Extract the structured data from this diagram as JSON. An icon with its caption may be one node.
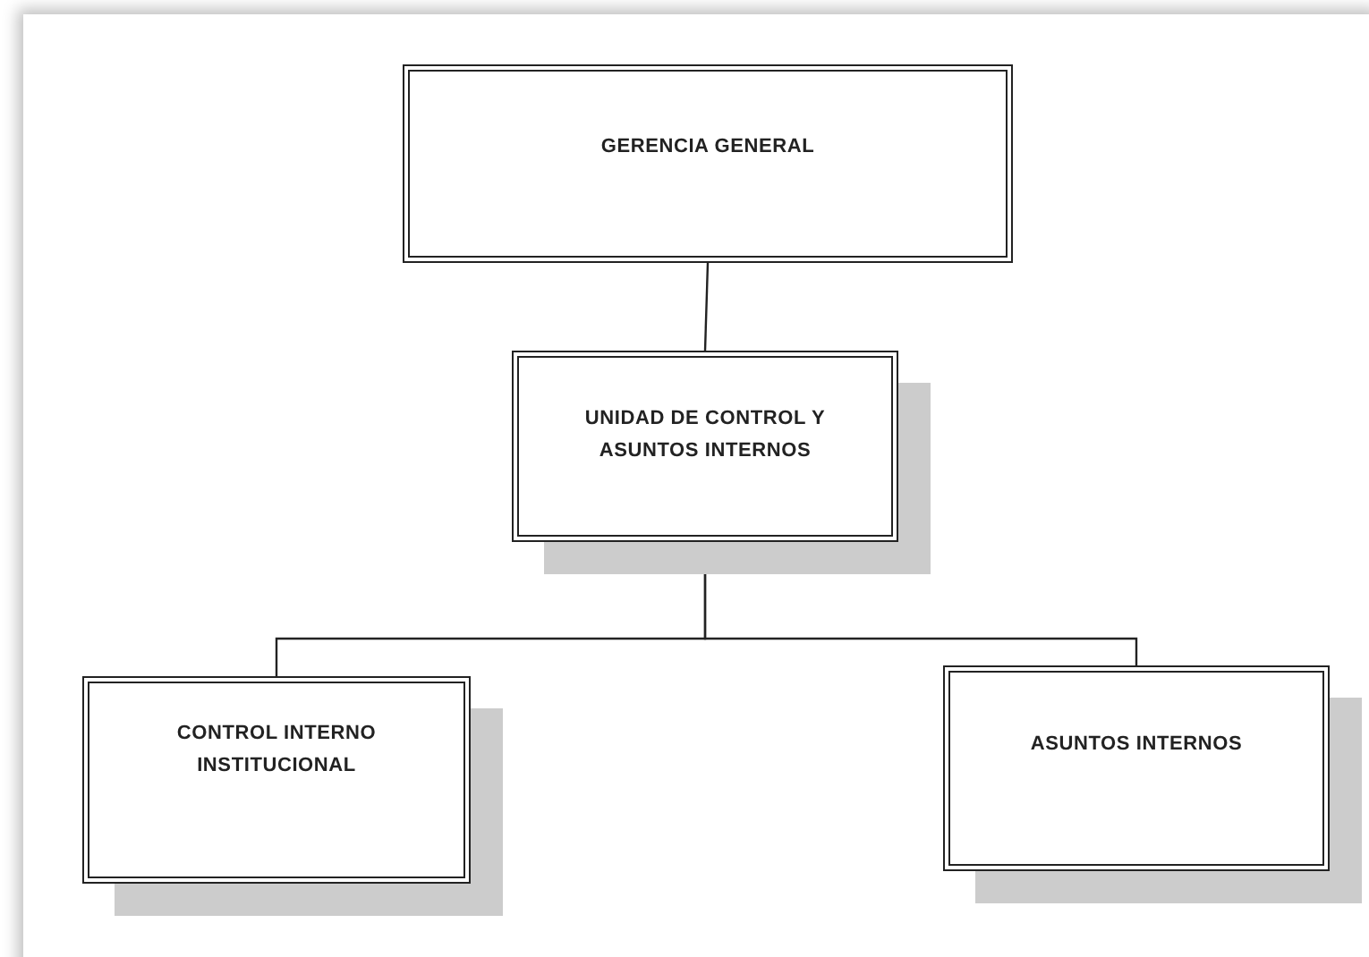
{
  "diagram": {
    "nodes": [
      {
        "text": [
          "GERENCIA GENERAL"
        ]
      },
      {
        "text": [
          "UNIDAD DE CONTROL Y ASUNTOS INTERNOS"
        ]
      },
      {
        "text": [
          "CONTROL INTERNO INSTITUCIONAL"
        ]
      },
      {
        "text": [
          "ASUNTOS INTERNOS"
        ]
      }
    ],
    "edges": [
      {
        "from": 0,
        "to": 1,
        "arrow": "none"
      },
      {
        "from": 1,
        "to": 2,
        "arrow": "none"
      },
      {
        "from": 1,
        "to": 3,
        "arrow": "none"
      }
    ]
  }
}
